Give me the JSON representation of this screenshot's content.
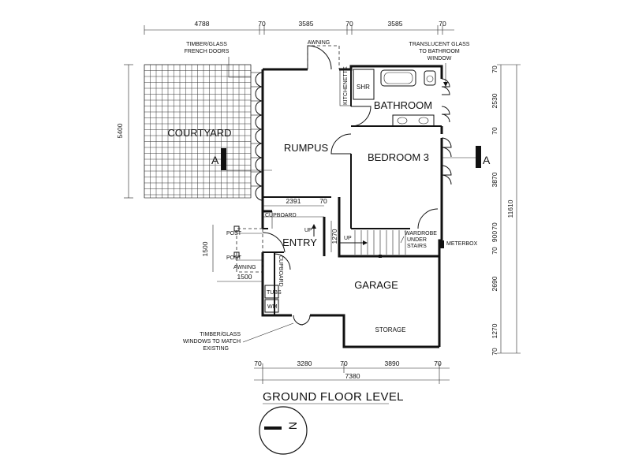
{
  "title": "GROUND FLOOR LEVEL",
  "rooms": {
    "courtyard": "COURTYARD",
    "rumpus": "RUMPUS",
    "bathroom": "BATHROOM",
    "bedroom3": "BEDROOM 3",
    "entry": "ENTRY",
    "garage": "GARAGE",
    "storage": "STORAGE",
    "kitchenette": "KITCHENETTE",
    "shr": "SHR",
    "tubs": "TUBS",
    "wm": "WM",
    "cupboard_top": "CUPBOARD",
    "cupboard_side": "CUPBOARD"
  },
  "labels": {
    "timber_glass_french_doors": [
      "TIMBER/GLASS",
      "FRENCH DOORS"
    ],
    "awning_top": "AWNING",
    "translucent_glass": [
      "TRANSLUCENT GLASS",
      "TO BATHROOM",
      "WINDOW"
    ],
    "post_1": "POST",
    "post_2": "POST",
    "awning_left": "AWNING",
    "up_entry": "UP",
    "up_stairs": "UP",
    "wardrobe": [
      "WARDROBE",
      "UNDER",
      "STAIRS"
    ],
    "meterbox": "METERBOX",
    "timber_glass_windows": [
      "TIMBER/GLASS",
      "WINDOWS TO MATCH",
      "EXISTING"
    ],
    "section_left": "A",
    "section_right": "A",
    "north": "N"
  },
  "dimensions": {
    "top": [
      "4788",
      "70",
      "3585",
      "70",
      "3585",
      "70"
    ],
    "left_height": "5400",
    "rumpus_width": "2391",
    "rumpus_wall": "70",
    "stair_height": "1270",
    "entry_height": "1500",
    "awning_width": "1500",
    "right": [
      "70",
      "2530",
      "70",
      "3870",
      "70",
      "900",
      "70",
      "2690",
      "1270",
      "70"
    ],
    "right_total": "11610",
    "bottom": [
      "70",
      "3280",
      "70",
      "3890",
      "70"
    ],
    "bottom_total": "7380"
  }
}
